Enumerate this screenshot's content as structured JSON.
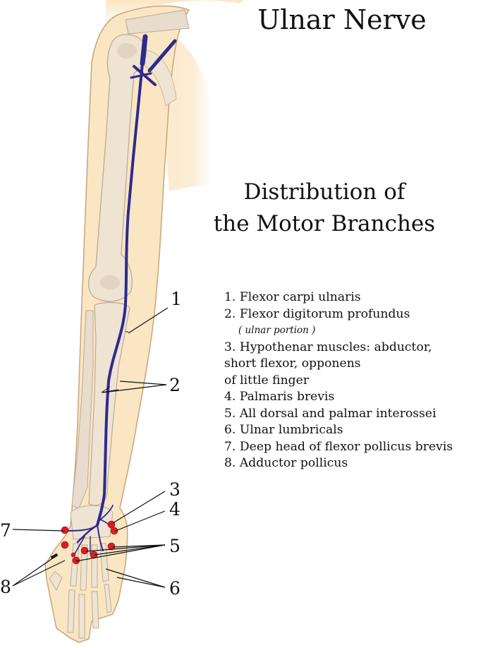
{
  "title": "Ulnar Nerve",
  "subtitle_line1": "Distribution of",
  "subtitle_line2": "the Motor Branches",
  "legend": {
    "item1": "1. Flexor carpi ulnaris",
    "item2": "2. Flexor digitorum profundus",
    "item2_sub": "( ulnar portion )",
    "item3a": "3. Hypothenar muscles: abductor,",
    "item3b": "short flexor, opponens",
    "item3c": "of little finger",
    "item4": "4. Palmaris brevis",
    "item5": "5. All dorsal and palmar interossei",
    "item6": "6. Ulnar lumbricals",
    "item7": "7. Deep head of flexor pollicus brevis",
    "item8": "8. Adductor pollicus"
  },
  "callouts": {
    "n1": "1",
    "n2": "2",
    "n3": "3",
    "n4": "4",
    "n5": "5",
    "n6": "6",
    "n7": "7",
    "n8": "8"
  },
  "colors": {
    "skin": "#fbe6c4",
    "bone": "#efe3d2",
    "nerve": "#2e2a8f",
    "branch_point": "#d81f26"
  }
}
